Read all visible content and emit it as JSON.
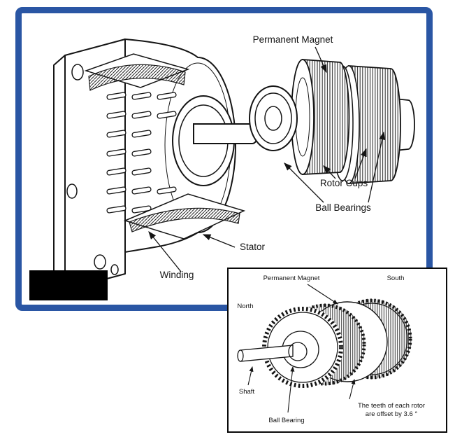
{
  "colors": {
    "frame_blue": "#2a56a4",
    "ink": "#141414",
    "paper": "#ffffff"
  },
  "main": {
    "labels": {
      "permanent_magnet": "Permanent Magnet",
      "rotor_cups": "Rotor Cups",
      "ball_bearings": "Ball Bearings",
      "stator": "Stator",
      "winding": "Winding"
    }
  },
  "inset": {
    "labels": {
      "permanent_magnet": "Permanent Magnet",
      "south": "South",
      "north": "North",
      "shaft": "Shaft",
      "ball_bearing": "Ball Bearing",
      "teeth_note_line1": "The teeth of each rotor",
      "teeth_note_line2": "are offset by 3.6 °"
    }
  }
}
